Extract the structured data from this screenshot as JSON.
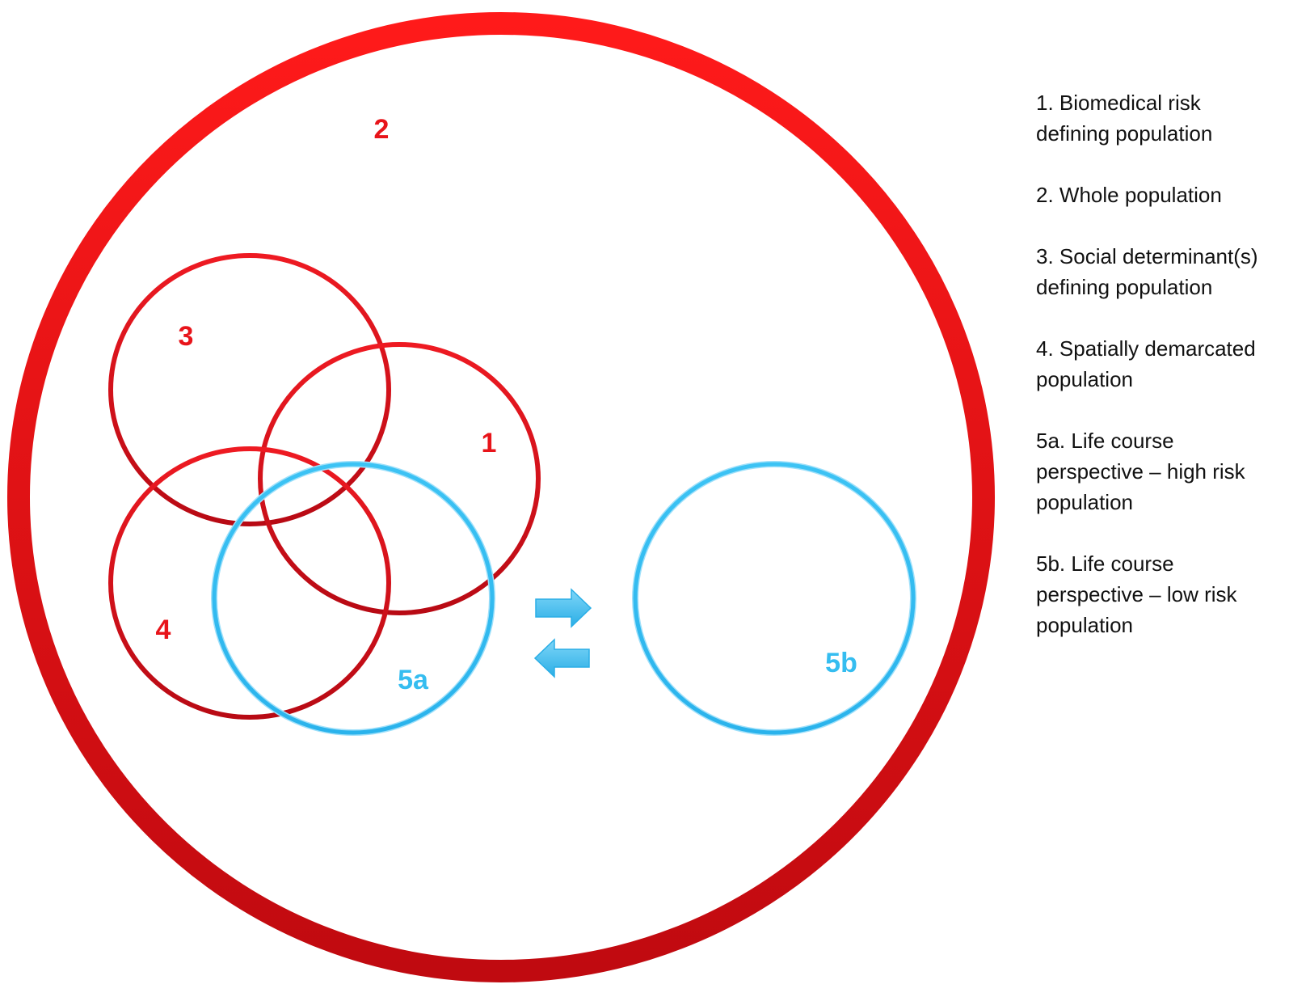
{
  "colors": {
    "red": "#e8141a",
    "red_dark": "#b50a12",
    "blue": "#35bdf0",
    "blue_light": "#9fe0fa",
    "text": "#111111"
  },
  "circles": [
    {
      "id": "1",
      "label": "1",
      "color": "red"
    },
    {
      "id": "2",
      "label": "2",
      "color": "red"
    },
    {
      "id": "3",
      "label": "3",
      "color": "red"
    },
    {
      "id": "4",
      "label": "4",
      "color": "red"
    },
    {
      "id": "5a",
      "label": "5a",
      "color": "blue"
    },
    {
      "id": "5b",
      "label": "5b",
      "color": "blue"
    }
  ],
  "arrows": [
    {
      "direction": "right",
      "icon": "arrow-right-icon"
    },
    {
      "direction": "left",
      "icon": "arrow-left-icon"
    }
  ],
  "legend": [
    "1. Biomedical risk\ndefining population",
    "2. Whole population",
    "3. Social determinant(s)\ndefining population",
    "4. Spatially demarcated\npopulation",
    "5a. Life course\nperspective – high risk\npopulation",
    "5b. Life course\nperspective – low risk\npopulation"
  ]
}
